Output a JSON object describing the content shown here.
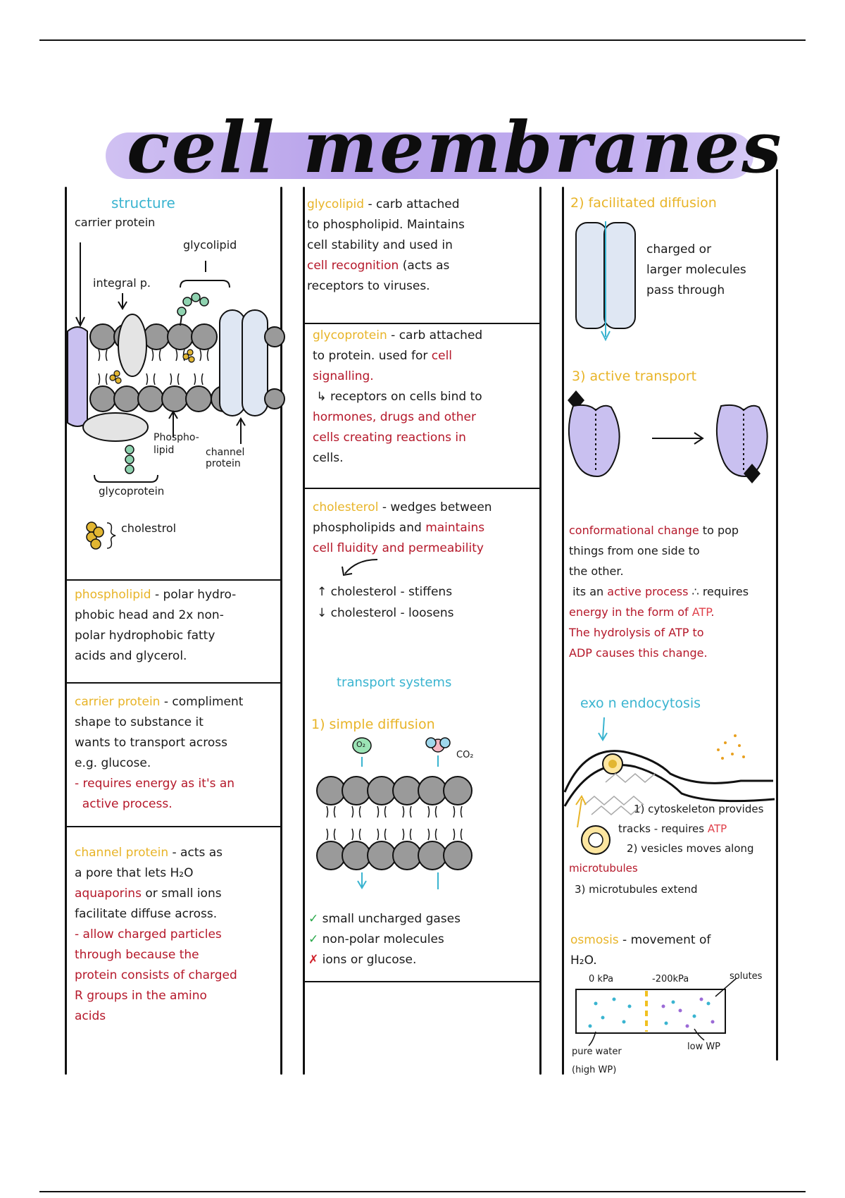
{
  "title": "cell membranes",
  "col1": {
    "structure_heading": "structure",
    "diagram_labels": {
      "carrier": "carrier protein",
      "glycolipid": "glycolipid",
      "integral": "integral p.",
      "phospholipid": "Phospho-\nlipid",
      "channel": "channel\nprotein",
      "glycoprotein": "glycoprotein",
      "cholesterol": "cholestrol"
    },
    "phospholipid": {
      "term": "phospholipid",
      "text": " - polar hydro-\nphobic head and 2x non-\npolar hydrophobic fatty\nacids and glycerol."
    },
    "carrier": {
      "term": "carrier protein",
      "text": " - compliment\nshape to substance it\nwants to transport across\ne.g. glucose.",
      "red": "- requires energy as it's an\n  active process."
    },
    "channel": {
      "term": "channel protein",
      "text1": " - acts as\na pore that lets H₂O\n",
      "red1": "aquaporins",
      "text2": " or small ions\nfacilitate diffuse across.",
      "red2": "- allow charged particles\nthrough because the\nprotein consists of charged\nR groups in the amino\nacids"
    }
  },
  "col2": {
    "glycolipid": {
      "term": "glycolipid",
      "text1": " - carb attached\nto phospholipid. Maintains\ncell stability and used in\n",
      "red": "cell recognition",
      "text2": " (acts as\nreceptors to viruses."
    },
    "glycoprotein": {
      "term": "glycoprotein",
      "text1": " - carb attached\nto protein. used for ",
      "red1": "cell\nsignalling.",
      "text2": "\n ↳ receptors on cells bind to\n",
      "red2": "hormones, drugs and other\ncells creating reactions in",
      "text3": "\ncells."
    },
    "cholesterol": {
      "term": "cholesterol",
      "text1": " - wedges between\nphospholipids and ",
      "red": "maintains\ncell fluidity and permeability",
      "up": "↑ cholesterol - stiffens",
      "down": "↓ cholesterol - loosens"
    },
    "transport_heading": "transport systems",
    "simple": {
      "heading": "1) simple diffusion",
      "o2": "O₂",
      "co2": "CO₂"
    },
    "checks": [
      {
        "mark": "✓",
        "text": "small uncharged gases"
      },
      {
        "mark": "✓",
        "text": "non-polar molecules"
      },
      {
        "mark": "✗",
        "text": "ions or glucose."
      }
    ]
  },
  "col3": {
    "facilitated": {
      "heading": "2) facilitated diffusion",
      "text": "charged or\nlarger molecules\npass through"
    },
    "active": {
      "heading": "3) active transport",
      "red": "conformational change",
      "text1": " to pop\nthings from one side to\nthe other.\n its an ",
      "red2": "active process",
      "text2": " ∴ requires\n",
      "red3": "energy in the form of ",
      "atp": "ATP",
      "red4": ".\nThe hydrolysis of ATP to\nADP causes this change."
    },
    "exo": {
      "heading": "exo n endocytosis",
      "step1": "1) cytoskeleton provides",
      "step1b": "tracks - requires ",
      "atp": "ATP",
      "step2": "2) vesicles moves along",
      "step2b": "microtubules",
      "step3": "3) microtubules extend"
    },
    "osmosis": {
      "term": "osmosis",
      "text": " - movement of\nH₂O.",
      "left_wp": "0 kPa",
      "right_wp": "-200kPa",
      "solutes": "solutes",
      "pure": "pure water\n(high WP)",
      "low": "low WP"
    }
  },
  "colors": {
    "yellow": "#e8b428",
    "cyan": "#3ab4d0",
    "red": "#b5182a",
    "lavender": "#c9bdf0",
    "lipid_head": "#9a9a9a",
    "cholesterol": "#e2b632"
  }
}
